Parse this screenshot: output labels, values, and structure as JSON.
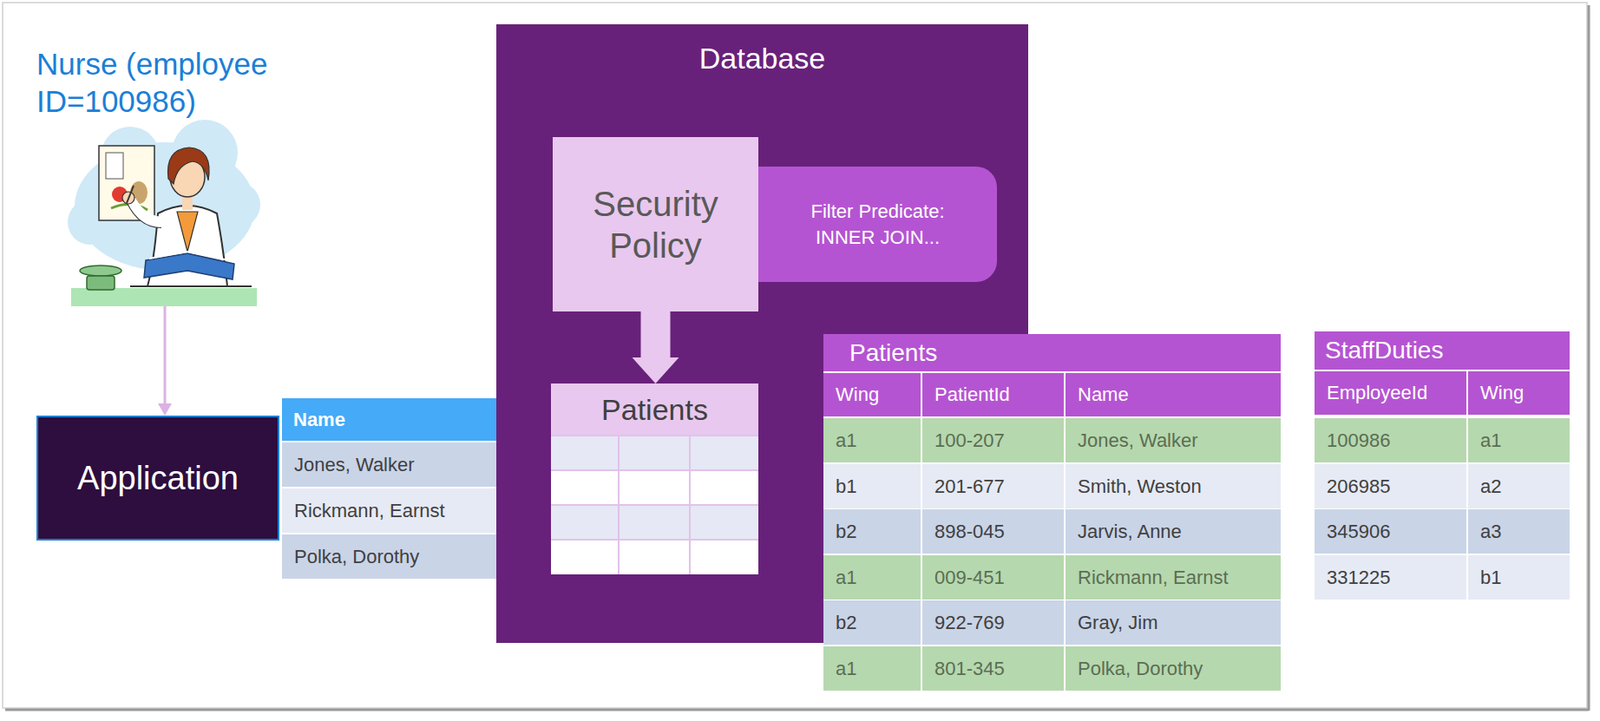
{
  "diagram": {
    "nodes": [
      {
        "text": [
          "Nurse (employee ID=100986)"
        ]
      },
      {
        "text": [
          "Database"
        ]
      },
      {
        "text": [
          "Security Policy"
        ],
        "in": 1
      },
      {
        "text": [
          "Filter Predicate: INNER JOIN..."
        ],
        "in": 1
      },
      {
        "text": [
          "Patients"
        ],
        "in": 1
      },
      {
        "text": [
          "Application"
        ]
      },
      {
        "text": [
          "Name"
        ]
      },
      {
        "text": [
          "Patients"
        ]
      },
      {
        "text": [
          "StaffDuties"
        ]
      }
    ],
    "edges": [
      {
        "from": 0,
        "to": 5,
        "arrow": "to"
      },
      {
        "from": 2,
        "to": 4,
        "arrow": "to"
      }
    ],
    "labels": [
      "Jones, Walker",
      "Rickmann, Earnst",
      "Polka, Dorothy",
      "Wing",
      "PatientId",
      "Name",
      "a1",
      "100-207",
      "Jones, Walker",
      "b1",
      "201-677",
      "Smith, Weston",
      "b2",
      "898-045",
      "Jarvis, Anne",
      "a1",
      "009-451",
      "Rickmann, Earnst",
      "b2",
      "922-769",
      "Gray, Jim",
      "a1",
      "801-345",
      "Polka, Dorothy",
      "EmployeeId",
      "Wing",
      "100986",
      "a1",
      "206985",
      "a2",
      "345906",
      "a3",
      "331225",
      "b1"
    ]
  }
}
